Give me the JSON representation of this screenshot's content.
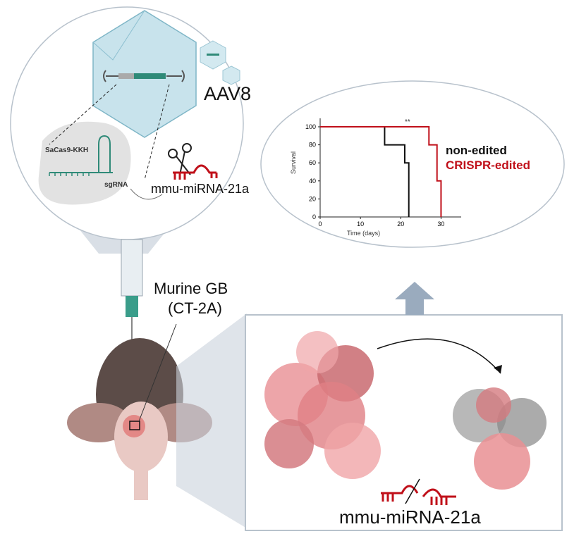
{
  "aav_label": "AAV8",
  "construct": {
    "cas": "SaCas9-KKH",
    "guide": "sgRNA",
    "target": "mmu-miRNA-21a"
  },
  "model": {
    "line1": "Murine GB",
    "line2": "(CT-2A)"
  },
  "target_bottom": "mmu-miRNA-21a",
  "colors": {
    "crispr": "#c0101a",
    "control": "#111111",
    "capsid": "#b8dbe6",
    "tumor": "#e98f93"
  },
  "chart_data": {
    "type": "line",
    "xlabel": "Time (days)",
    "ylabel": "Survival",
    "xlim": [
      0,
      35
    ],
    "ylim": [
      0,
      100
    ],
    "xticks": [
      "0",
      "10",
      "20",
      "30"
    ],
    "yticks": [
      "0",
      "20",
      "40",
      "60",
      "80",
      "100"
    ],
    "significance": "**",
    "series": [
      {
        "name": "non-edited",
        "color": "#111111",
        "x": [
          0,
          16,
          16,
          21,
          21,
          22,
          22
        ],
        "y": [
          100,
          100,
          80,
          80,
          60,
          60,
          0
        ]
      },
      {
        "name": "CRISPR-edited",
        "color": "#c0101a",
        "x": [
          0,
          27,
          27,
          29,
          29,
          30,
          30
        ],
        "y": [
          100,
          100,
          80,
          80,
          40,
          40,
          0
        ]
      }
    ]
  }
}
